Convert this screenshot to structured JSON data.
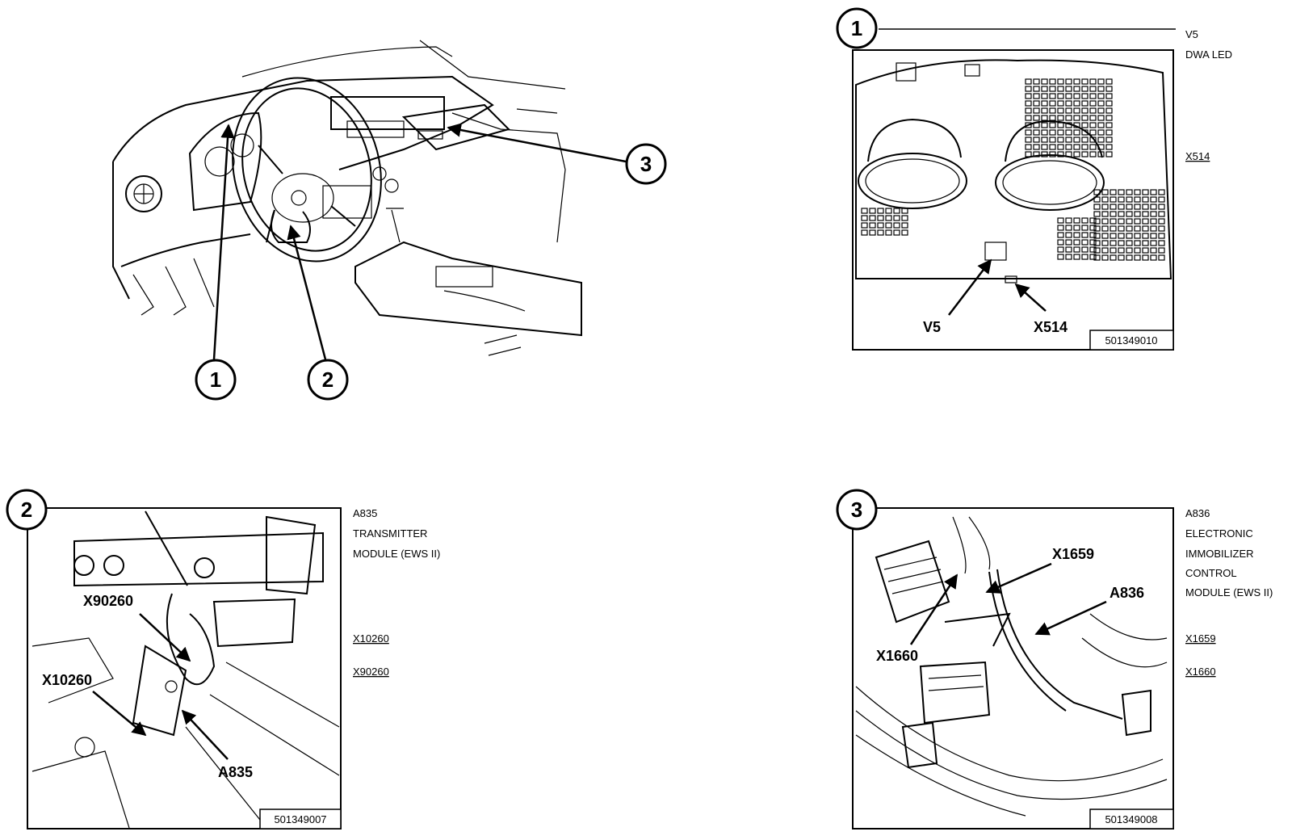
{
  "overview": {
    "callouts": [
      "1",
      "2",
      "3"
    ]
  },
  "panel1": {
    "number": "1",
    "side_labels": [
      "V5",
      "DWA LED",
      "X514"
    ],
    "pointer_labels": [
      "V5",
      "X514"
    ],
    "figure_id": "501349010"
  },
  "panel2": {
    "number": "2",
    "side_labels": [
      "A835",
      "TRANSMITTER",
      "MODULE (EWS II)",
      "X10260",
      "X90260"
    ],
    "pointer_labels": [
      "X90260",
      "X10260",
      "A835"
    ],
    "figure_id": "501349007"
  },
  "panel3": {
    "number": "3",
    "side_labels": [
      "A836",
      "ELECTRONIC",
      "IMMOBILIZER",
      "CONTROL",
      "MODULE (EWS II)",
      "X1659",
      "X1660"
    ],
    "pointer_labels": [
      "X1659",
      "A836",
      "X1660"
    ],
    "figure_id": "501349008"
  }
}
